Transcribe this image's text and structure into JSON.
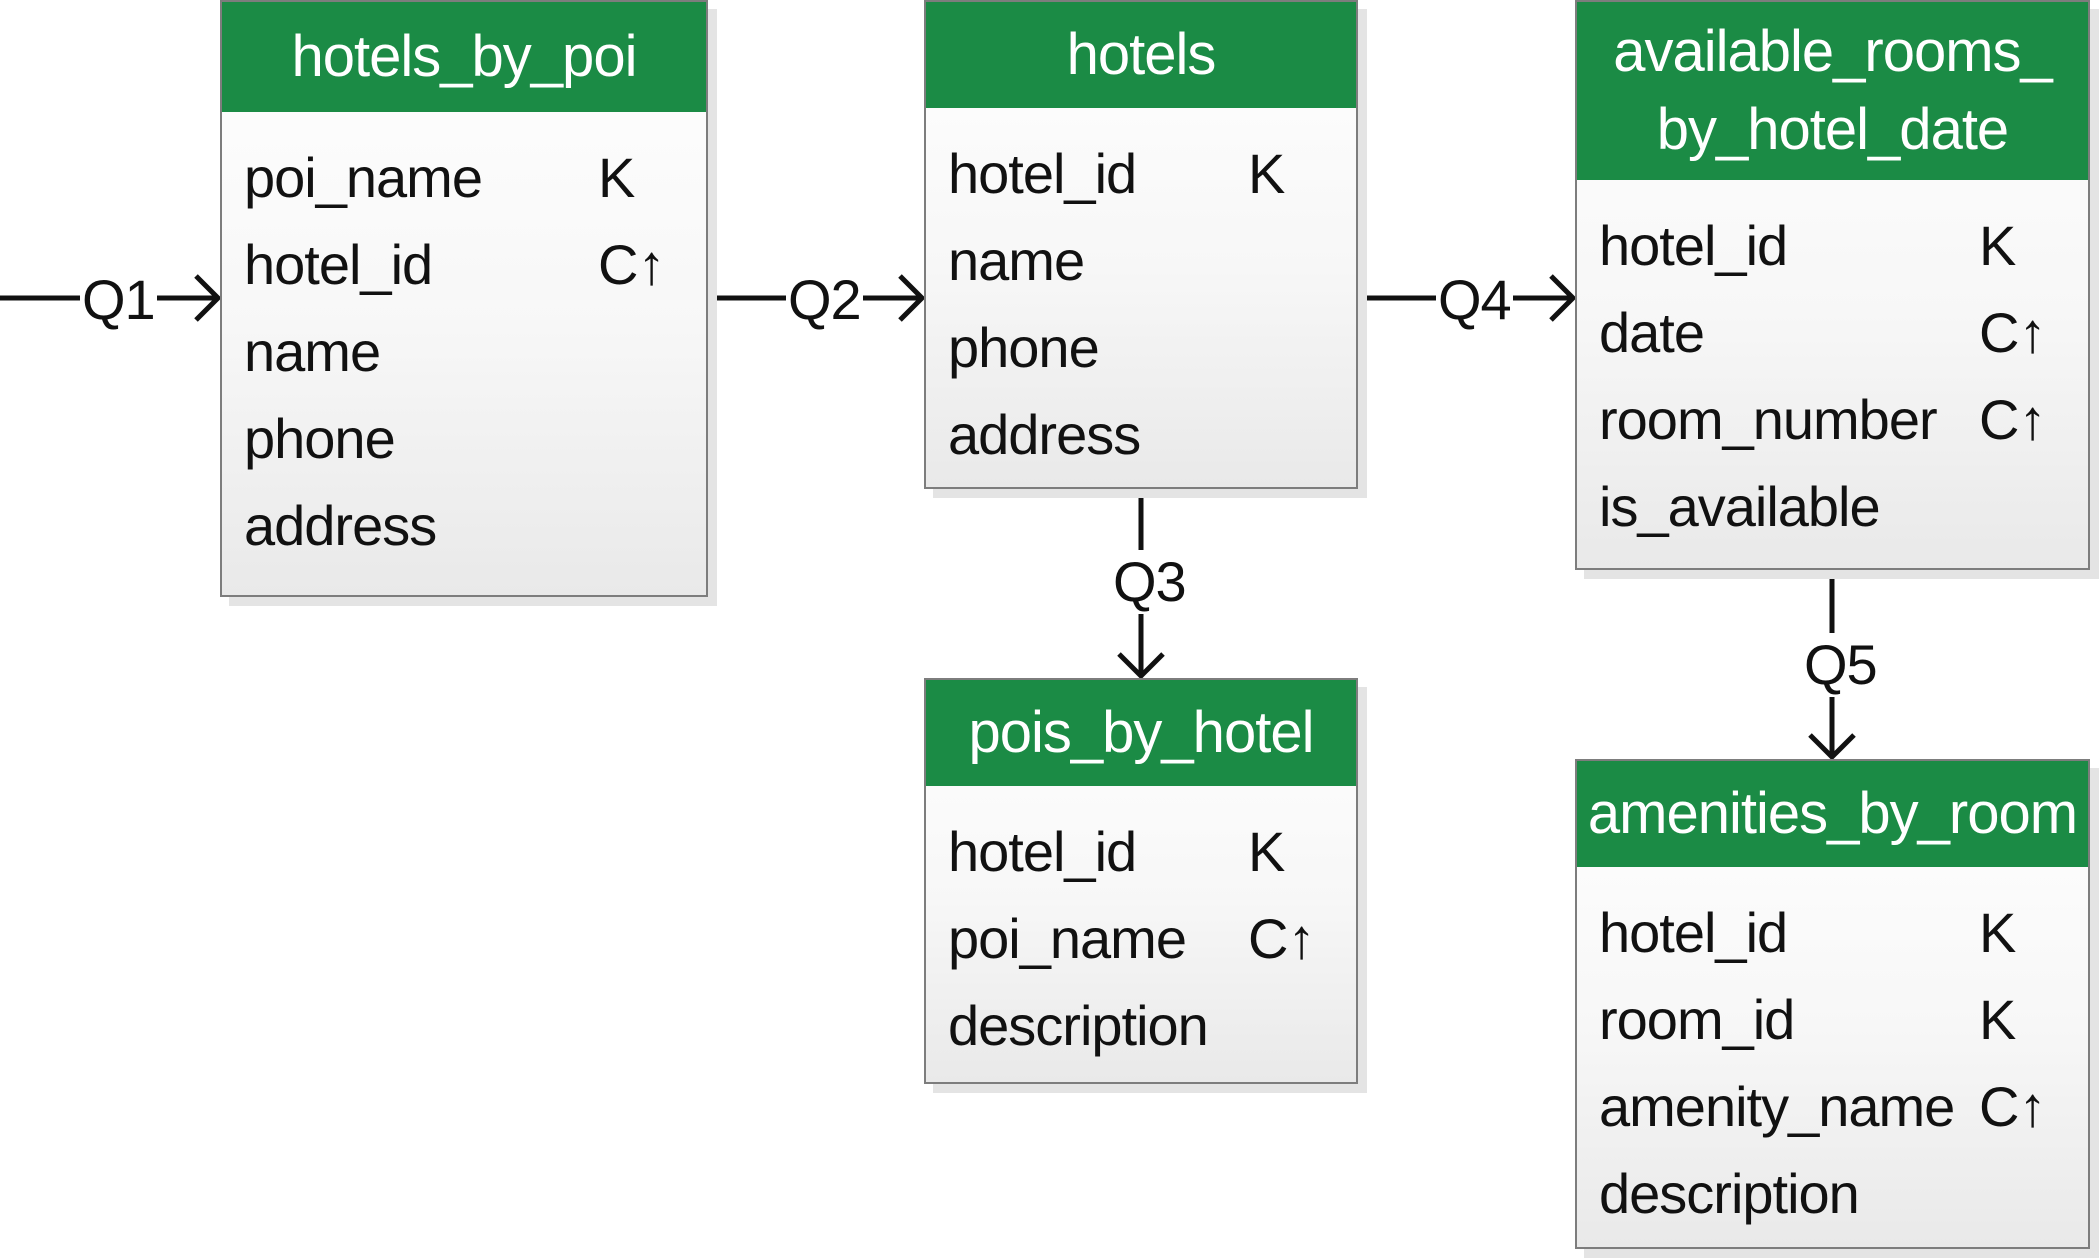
{
  "tables": [
    {
      "id": "hotels_by_poi",
      "title": "hotels_by_poi",
      "columns": [
        {
          "name": "poi_name",
          "key": "K"
        },
        {
          "name": "hotel_id",
          "key": "C↑"
        },
        {
          "name": "name",
          "key": ""
        },
        {
          "name": "phone",
          "key": ""
        },
        {
          "name": "address",
          "key": ""
        }
      ]
    },
    {
      "id": "hotels",
      "title": "hotels",
      "columns": [
        {
          "name": "hotel_id",
          "key": "K"
        },
        {
          "name": "name",
          "key": ""
        },
        {
          "name": "phone",
          "key": ""
        },
        {
          "name": "address",
          "key": ""
        }
      ]
    },
    {
      "id": "available_rooms_by_hotel_date",
      "title": "available_rooms_ by_hotel_date",
      "title_lines": [
        "available_rooms_",
        "by_hotel_date"
      ],
      "columns": [
        {
          "name": "hotel_id",
          "key": "K"
        },
        {
          "name": "date",
          "key": "C↑"
        },
        {
          "name": "room_number",
          "key": "C↑"
        },
        {
          "name": "is_available",
          "key": ""
        }
      ]
    },
    {
      "id": "pois_by_hotel",
      "title": "pois_by_hotel",
      "columns": [
        {
          "name": "hotel_id",
          "key": "K"
        },
        {
          "name": "poi_name",
          "key": "C↑"
        },
        {
          "name": "description",
          "key": ""
        }
      ]
    },
    {
      "id": "amenities_by_room",
      "title": "amenities_by_room",
      "columns": [
        {
          "name": "hotel_id",
          "key": "K"
        },
        {
          "name": "room_id",
          "key": "K"
        },
        {
          "name": "amenity_name",
          "key": "C↑"
        },
        {
          "name": "description",
          "key": ""
        }
      ]
    }
  ],
  "queries": [
    {
      "label": "Q1",
      "from": null,
      "to": "hotels_by_poi"
    },
    {
      "label": "Q2",
      "from": "hotels_by_poi",
      "to": "hotels"
    },
    {
      "label": "Q3",
      "from": "hotels",
      "to": "pois_by_hotel"
    },
    {
      "label": "Q4",
      "from": "hotels",
      "to": "available_rooms_by_hotel_date"
    },
    {
      "label": "Q5",
      "from": "available_rooms_by_hotel_date",
      "to": "amenities_by_room"
    }
  ],
  "colors": {
    "header_green": "#1b8b45",
    "header_text": "#ffffff",
    "border": "#7d7d7d",
    "line": "#111111"
  }
}
